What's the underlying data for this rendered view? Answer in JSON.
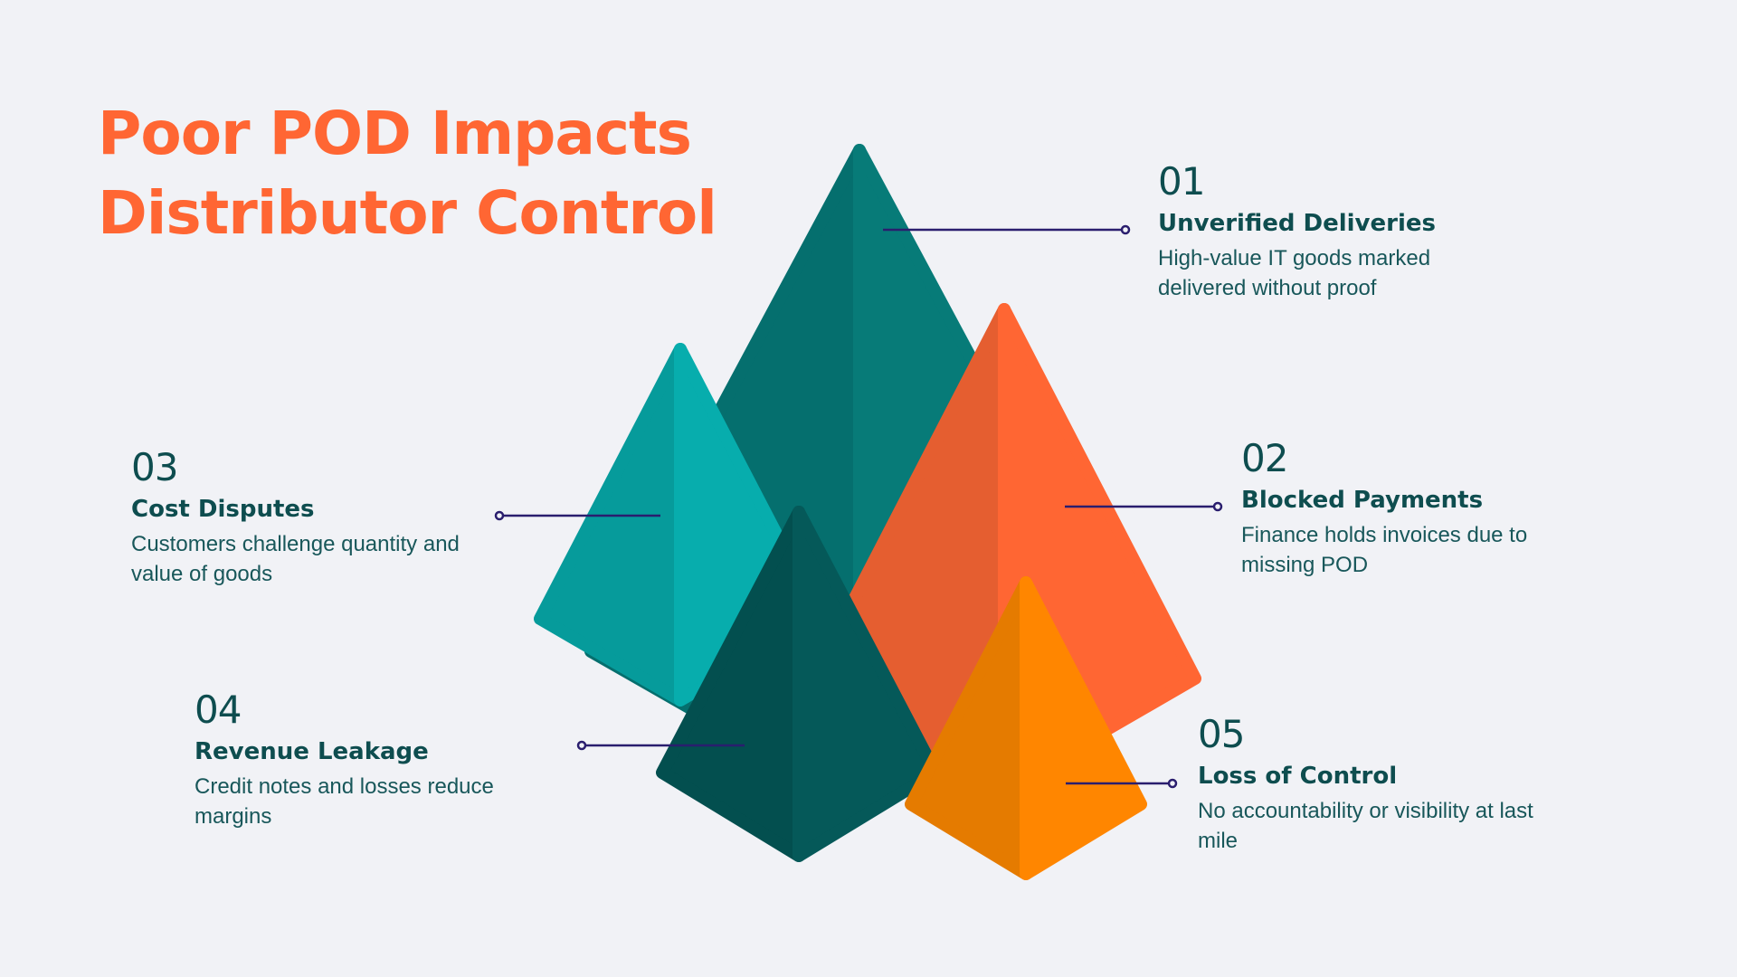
{
  "title": {
    "line1": "Poor POD Impacts",
    "line2": "Distributor Control",
    "color": "#ff6633"
  },
  "colors": {
    "background": "#f1f2f6",
    "text": "#0e4d4f",
    "connector": "#2a1e6e"
  },
  "items": [
    {
      "number": "01",
      "heading": "Unverified Deliveries",
      "description": "High-value IT goods marked delivered without proof",
      "desc_line1": "High-value IT goods marked",
      "desc_line2": "delivered without proof",
      "pyramid_color": "#077b78"
    },
    {
      "number": "02",
      "heading": "Blocked Payments",
      "description": "Finance holds invoices due to missing POD",
      "desc_line1": "Finance holds invoices due to",
      "desc_line2": "missing POD",
      "pyramid_color": "#ff6633"
    },
    {
      "number": "03",
      "heading": "Cost Disputes",
      "description": "Customers challenge quantity and value of goods",
      "desc_line1": "Customers challenge quantity and",
      "desc_line2": "value of goods",
      "pyramid_color": "#07adad"
    },
    {
      "number": "04",
      "heading": "Revenue Leakage",
      "description": "Credit notes and losses reduce margins",
      "desc_line1": "Credit notes and losses reduce",
      "desc_line2": "margins",
      "pyramid_color": "#055959"
    },
    {
      "number": "05",
      "heading": "Loss of Control",
      "description": "No accountability or visibility at last mile",
      "desc_line1": "No accountability or visibility at last",
      "desc_line2": "mile",
      "pyramid_color": "#ff8600"
    }
  ]
}
